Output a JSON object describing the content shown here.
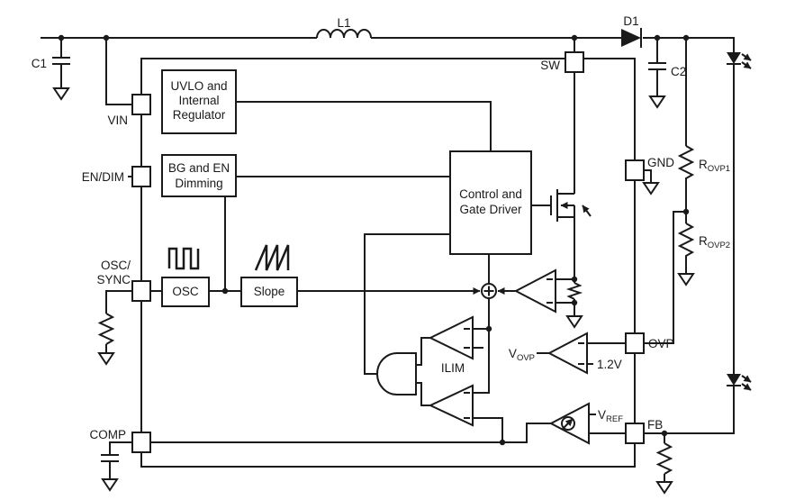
{
  "components": {
    "l1": "L1",
    "d1": "D1",
    "c1": "C1",
    "c2": "C2",
    "rovp1": {
      "main": "R",
      "sub": "OVP1"
    },
    "rovp2": {
      "main": "R",
      "sub": "OVP2"
    }
  },
  "pins": {
    "vin": "VIN",
    "en_dim": "EN/DIM",
    "osc_line1": "OSC/",
    "osc_line2": "SYNC",
    "comp": "COMP",
    "sw": "SW",
    "gnd": "GND",
    "ovp": "OVP",
    "fb": "FB"
  },
  "blocks": {
    "uvlo": {
      "lines": [
        "UVLO and",
        "Internal",
        "Regulator"
      ]
    },
    "bg": {
      "lines": [
        "BG and EN",
        "Dimming"
      ]
    },
    "control": {
      "lines": [
        "Control and",
        "Gate Driver"
      ]
    },
    "osc": "OSC",
    "slope": "Slope"
  },
  "labels": {
    "ilim": "ILIM",
    "vovp": {
      "main": "V",
      "sub": "OVP"
    },
    "vref": {
      "main": "V",
      "sub": "REF"
    },
    "ref_1v2": "1.2V"
  },
  "colors": {
    "line": "#1a1a1a",
    "background": "#ffffff"
  }
}
